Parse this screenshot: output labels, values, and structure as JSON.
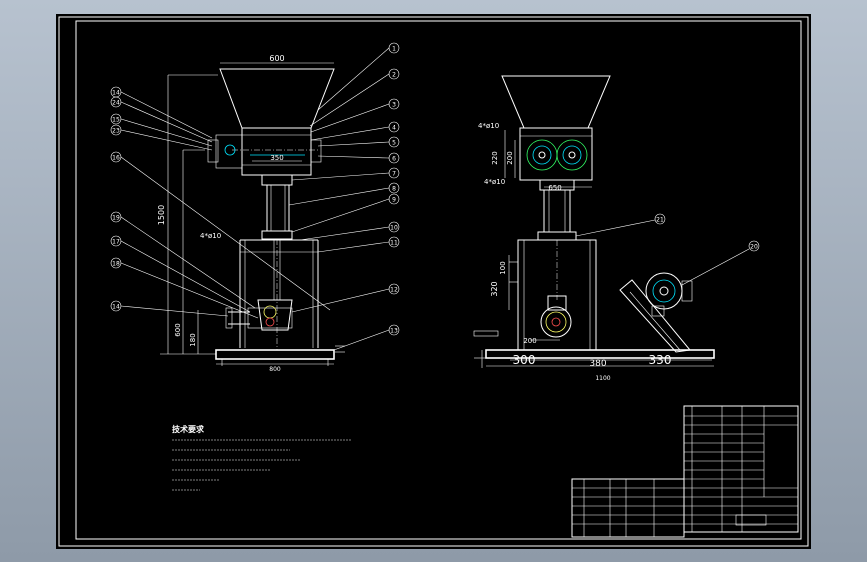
{
  "front_view": {
    "dims": {
      "hopper_width": "600",
      "box_width": "350",
      "height": "1500",
      "lower_height": "600",
      "base_gap": "180",
      "base_width": "800",
      "hole_spec": "4*ø10"
    },
    "balloons_left": [
      "14",
      "24",
      "15",
      "23",
      "16",
      "19",
      "17",
      "18",
      "14"
    ],
    "balloons_right": [
      "1",
      "2",
      "3",
      "4",
      "5",
      "6",
      "7",
      "8",
      "9",
      "10",
      "11",
      "12",
      "13"
    ]
  },
  "side_view": {
    "dims": {
      "hole_top": "4*ø10",
      "h220": "220",
      "h200": "200",
      "hole_bottom": "4*ø10",
      "w650": "650",
      "h100": "100",
      "h320": "320",
      "w200": "200",
      "w300": "300",
      "w380": "380",
      "w330": "330",
      "w1100": "1100"
    },
    "balloons": [
      "21",
      "20"
    ]
  },
  "notes": {
    "title": "技术要求",
    "line_count": 6
  },
  "title_block": {
    "table_rows": 15
  },
  "colors": {
    "paper": "#000000",
    "frame": "#ffffff",
    "bg": "#b7c2cf",
    "accent_cyan": "#00e5ff",
    "accent_yellow": "#ffff66",
    "accent_red": "#ff5050",
    "accent_green": "#33ff66"
  }
}
